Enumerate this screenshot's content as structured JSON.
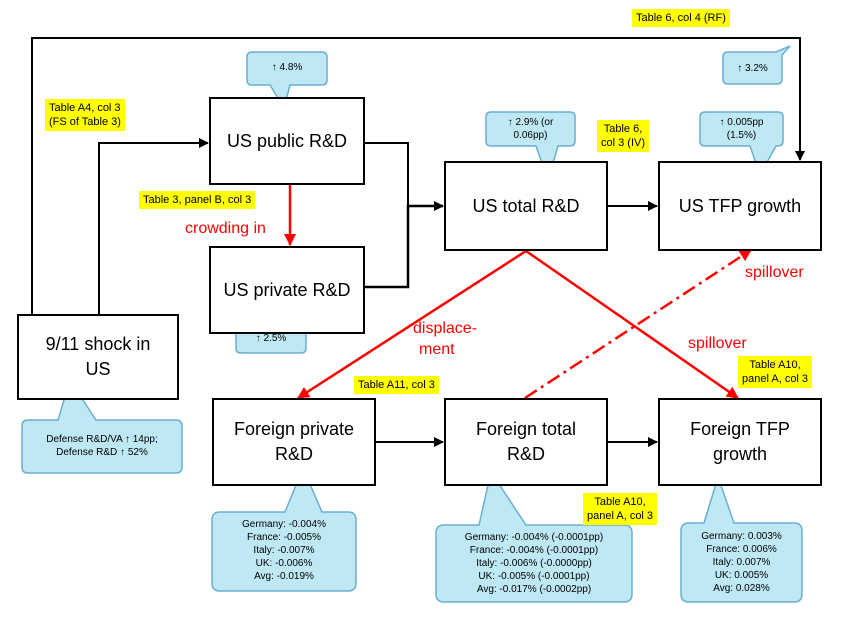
{
  "colors": {
    "callout_fill": "#bfe8f5",
    "callout_stroke": "#6aaed0",
    "tag_fill": "#ffff00",
    "highlight_arrow": "#ff0000",
    "arrow": "#000000"
  },
  "nodes": {
    "shock": "9/11 shock in US",
    "us_public": "US public R&D",
    "us_private": "US private R&D",
    "us_total": "US total R&D",
    "us_tfp": "US TFP growth",
    "foreign_private": "Foreign private R&D",
    "foreign_total": "Foreign total R&D",
    "foreign_tfp": "Foreign TFP growth"
  },
  "tags": {
    "t6c4": "Table 6, col 4 (RF)",
    "ta4_line1": "Table A4, col 3",
    "ta4_line2": "(FS of Table 3)",
    "t3b": "Table 3, panel B, col 3",
    "t6c3_line1": "Table 6,",
    "t6c3_line2": "col 3 (IV)",
    "ta11": "Table A11, col 3",
    "ta10_top_line1": "Table A10,",
    "ta10_top_line2": "panel A, col 3",
    "ta10_bot_line1": "Table A10,",
    "ta10_bot_line2": "panel A, col 3"
  },
  "edge_labels": {
    "crowding_in": "crowding in",
    "displacement_line1": "displace-",
    "displacement_line2": "ment",
    "spillover_us": "spillover",
    "spillover_foreign": "spillover"
  },
  "callouts": {
    "public": [
      "↑ 4.8%"
    ],
    "rf": [
      "↑ 3.2%"
    ],
    "total": [
      "↑ 2.9% (or",
      "0.06pp)"
    ],
    "tfp": [
      "↑ 0.005pp",
      "(1.5%)"
    ],
    "private": [
      "↑ 2.5%"
    ],
    "shock": [
      "Defense R&D/VA ↑ 14pp;",
      "Defense R&D ↑ 52%"
    ],
    "foreign_private": [
      "Germany: -0.004%",
      "France: -0.005%",
      "Italy: -0.007%",
      "UK: -0.006%",
      "Avg: -0.019%"
    ],
    "foreign_total": [
      "Germany: -0.004% (-0.0001pp)",
      "France: -0.004% (-0.0001pp)",
      "Italy: -0.006% (-0.0000pp)",
      "UK: -0.005% (-0.0001pp)",
      "Avg: -0.017% (-0.0002pp)"
    ],
    "foreign_tfp": [
      "Germany: 0.003%",
      "France: 0.006%",
      "Italy: 0.007%",
      "UK: 0.005%",
      "Avg: 0.028%"
    ]
  }
}
